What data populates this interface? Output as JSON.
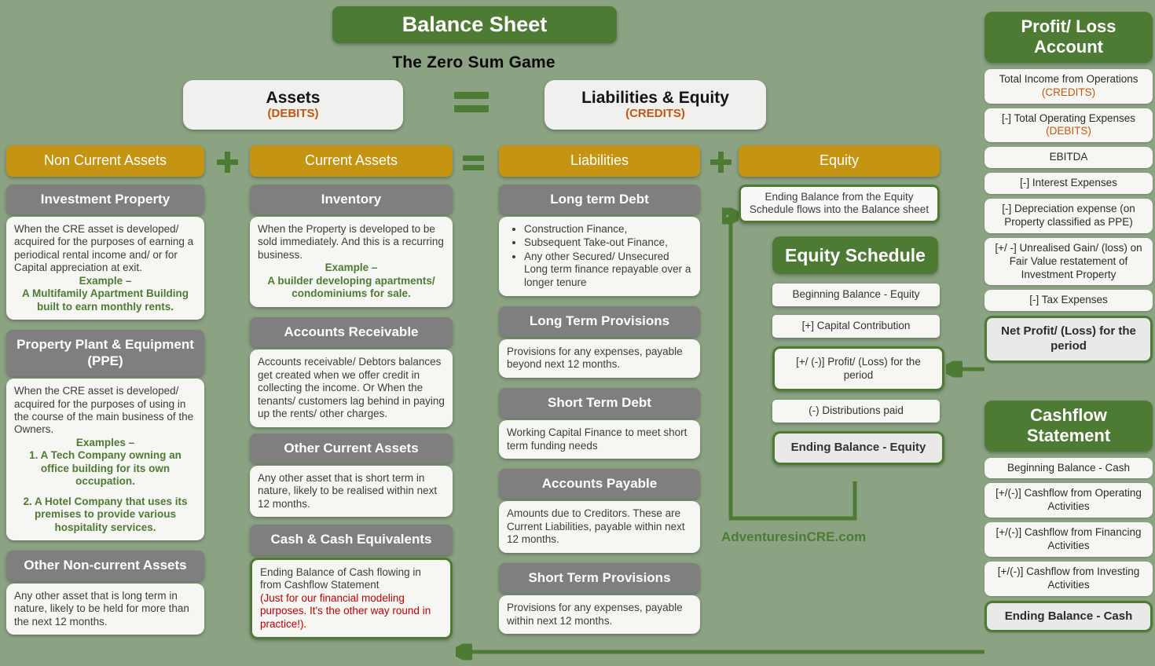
{
  "header": {
    "title": "Balance Sheet",
    "subtitle": "The Zero Sum Game",
    "assets": {
      "label": "Assets",
      "note": "(DEBITS)"
    },
    "liabilities_equity": {
      "label": "Liabilities & Equity",
      "note": "(CREDITS)"
    }
  },
  "operators": {
    "plus": "+",
    "equals": "="
  },
  "non_current_assets": {
    "header": "Non Current Assets",
    "investment_property": {
      "title": "Investment Property",
      "body": "When the CRE asset is developed/ acquired for the purposes of earning a periodical rental income and/ or for Capital appreciation at exit.",
      "example_label": "Example –",
      "example": "A Multifamily Apartment Building built to earn monthly rents."
    },
    "ppe": {
      "title": "Property Plant & Equipment (PPE)",
      "body": "When the CRE asset is developed/ acquired for the purposes of using in the course of the main business of the Owners.",
      "example_label": "Examples –",
      "example1": "1.  A Tech Company owning an office building for its own occupation.",
      "example2": "2.  A Hotel Company that uses its premises to provide various hospitality services."
    },
    "other": {
      "title": "Other Non-current Assets",
      "body": "Any other asset that is long term in nature, likely to be held for more than the next 12 months."
    }
  },
  "current_assets": {
    "header": "Current Assets",
    "inventory": {
      "title": "Inventory",
      "body": "When the Property is developed to be sold immediately. And this is a recurring business.",
      "example_label": "Example –",
      "example": "A builder developing apartments/ condominiums for sale."
    },
    "accounts_receivable": {
      "title": "Accounts Receivable",
      "body": "Accounts receivable/ Debtors balances get created when we offer credit in collecting the income. Or When the tenants/ customers lag behind in paying up the rents/ other charges."
    },
    "other": {
      "title": "Other Current Assets",
      "body": "Any other asset that is short term in nature, likely to be realised within next 12 months."
    },
    "cash": {
      "title": "Cash & Cash Equivalents",
      "body": "Ending Balance of Cash flowing in from Cashflow Statement",
      "note": "(Just for our financial modeling purposes. It's the other way round in practice!)."
    }
  },
  "liabilities": {
    "header": "Liabilities",
    "long_term_debt": {
      "title": "Long term Debt",
      "bullets": [
        "Construction Finance,",
        "Subsequent Take-out Finance,",
        "Any other Secured/ Unsecured Long term finance repayable over a longer tenure"
      ]
    },
    "long_term_provisions": {
      "title": "Long Term Provisions",
      "body": "Provisions for any expenses, payable beyond next 12 months."
    },
    "short_term_debt": {
      "title": "Short Term Debt",
      "body": "Working Capital Finance to meet short term funding needs"
    },
    "accounts_payable": {
      "title": "Accounts Payable",
      "body": "Amounts due to Creditors. These are Current Liabilities, payable within next 12 months."
    },
    "short_term_provisions": {
      "title": "Short Term Provisions",
      "body": "Provisions for any expenses, payable within next 12 months."
    }
  },
  "equity": {
    "header": "Equity",
    "note": "Ending Balance from the Equity Schedule flows into the Balance sheet",
    "schedule_title": "Equity Schedule",
    "items": [
      "Beginning Balance - Equity",
      "[+]  Capital Contribution",
      "[+/ (-)]  Profit/ (Loss) for the period",
      "(-)  Distributions paid",
      "Ending Balance - Equity"
    ]
  },
  "profit_loss": {
    "title": "Profit/ Loss Account",
    "items": [
      {
        "text": "Total Income from Operations",
        "note": "(CREDITS)"
      },
      {
        "text": "[-]  Total Operating Expenses",
        "note": "(DEBITS)"
      },
      {
        "text": "EBITDA"
      },
      {
        "text": "[-] Interest Expenses"
      },
      {
        "text": "[-] Depreciation expense (on Property classified as PPE)"
      },
      {
        "text": "[+/ -] Unrealised Gain/ (loss) on Fair Value restatement of Investment Property"
      },
      {
        "text": "[-] Tax Expenses"
      },
      {
        "text": "Net Profit/ (Loss) for the period"
      }
    ]
  },
  "cashflow": {
    "title": "Cashflow Statement",
    "items": [
      "Beginning Balance - Cash",
      "[+/(-)] Cashflow from Operating Activities",
      "[+/(-)] Cashflow from Financing Activities",
      "[+/(-)] Cashflow from Investing Activities",
      "Ending Balance - Cash"
    ]
  },
  "watermark": "AdventuresinCRE.com",
  "colors": {
    "background": "#8BA383",
    "green_dark": "#4E7B33",
    "gold": "#C49412",
    "gray_header": "#7F7F7F",
    "box_bg": "#F6F6F3",
    "highlight_bg": "#E9E9E7",
    "orange": "#C5560F",
    "red": "#C00000"
  }
}
